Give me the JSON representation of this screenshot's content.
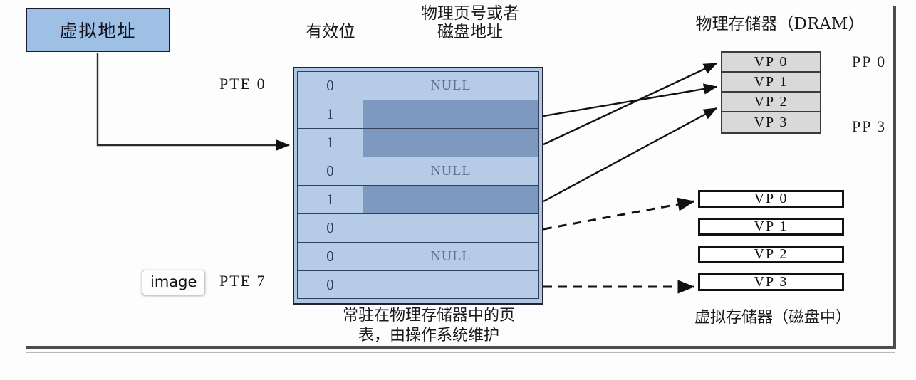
{
  "diagram": {
    "virtual_address": {
      "label": "虚拟地址"
    },
    "headers": {
      "valid_bit": "有效位",
      "ppn_or_disk": "物理页号或者\n磁盘地址"
    },
    "pte_labels": {
      "first": "PTE 0",
      "last": "PTE 7"
    },
    "page_table": {
      "caption": "常驻在物理存储器中的页\n表，由操作系统维护",
      "null_text": "NULL",
      "rows": [
        {
          "valid": "0",
          "value": "NULL",
          "filled": false
        },
        {
          "valid": "1",
          "value": "",
          "filled": true
        },
        {
          "valid": "1",
          "value": "",
          "filled": true
        },
        {
          "valid": "0",
          "value": "NULL",
          "filled": false
        },
        {
          "valid": "1",
          "value": "",
          "filled": true
        },
        {
          "valid": "0",
          "value": "",
          "filled": false
        },
        {
          "valid": "0",
          "value": "NULL",
          "filled": false
        },
        {
          "valid": "0",
          "value": "",
          "filled": false
        }
      ]
    },
    "dram": {
      "title": "物理存储器（DRAM）",
      "cells": [
        "VP 0",
        "VP 1",
        "VP 2",
        "VP 3"
      ],
      "pp_first": "PP 0",
      "pp_last": "PP 3"
    },
    "disk": {
      "title": "虚拟存储器（磁盘中）",
      "cells": [
        "VP 0",
        "VP 1",
        "VP 2",
        "VP 3"
      ]
    },
    "watermark": {
      "label": "image"
    },
    "colors": {
      "vaddr_fill": "#9dc0e4",
      "table_fill": "#aec6e3",
      "cell_light": "#b6cce6",
      "cell_dark": "#7e99bf",
      "dram_fill": "#d9d9d9",
      "border_dark": "#222230",
      "frame": "#4d4d4d"
    }
  }
}
